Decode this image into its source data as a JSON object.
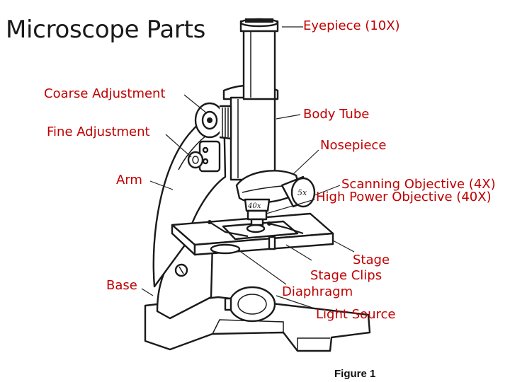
{
  "title": "Microscope Parts",
  "figure_caption": "Figure 1",
  "labels": {
    "eyepiece": "Eyepiece (10X)",
    "coarse_adjustment": "Coarse Adjustment",
    "body_tube": "Body Tube",
    "fine_adjustment": "Fine Adjustment",
    "nosepiece": "Nosepiece",
    "arm": "Arm",
    "scanning_objective": "Scanning Objective (4X)",
    "high_power_objective": "High Power Objective (40X)",
    "stage": "Stage",
    "stage_clips": "Stage Clips",
    "base": "Base",
    "diaphragm": "Diaphragm",
    "light_source": "Light Source"
  },
  "objective_markings": {
    "scanning": "5x",
    "high_power": "40x"
  },
  "colors": {
    "label_text": "#c00000",
    "title_text": "#1a1a1a",
    "line_art": "#1a1a1a"
  }
}
